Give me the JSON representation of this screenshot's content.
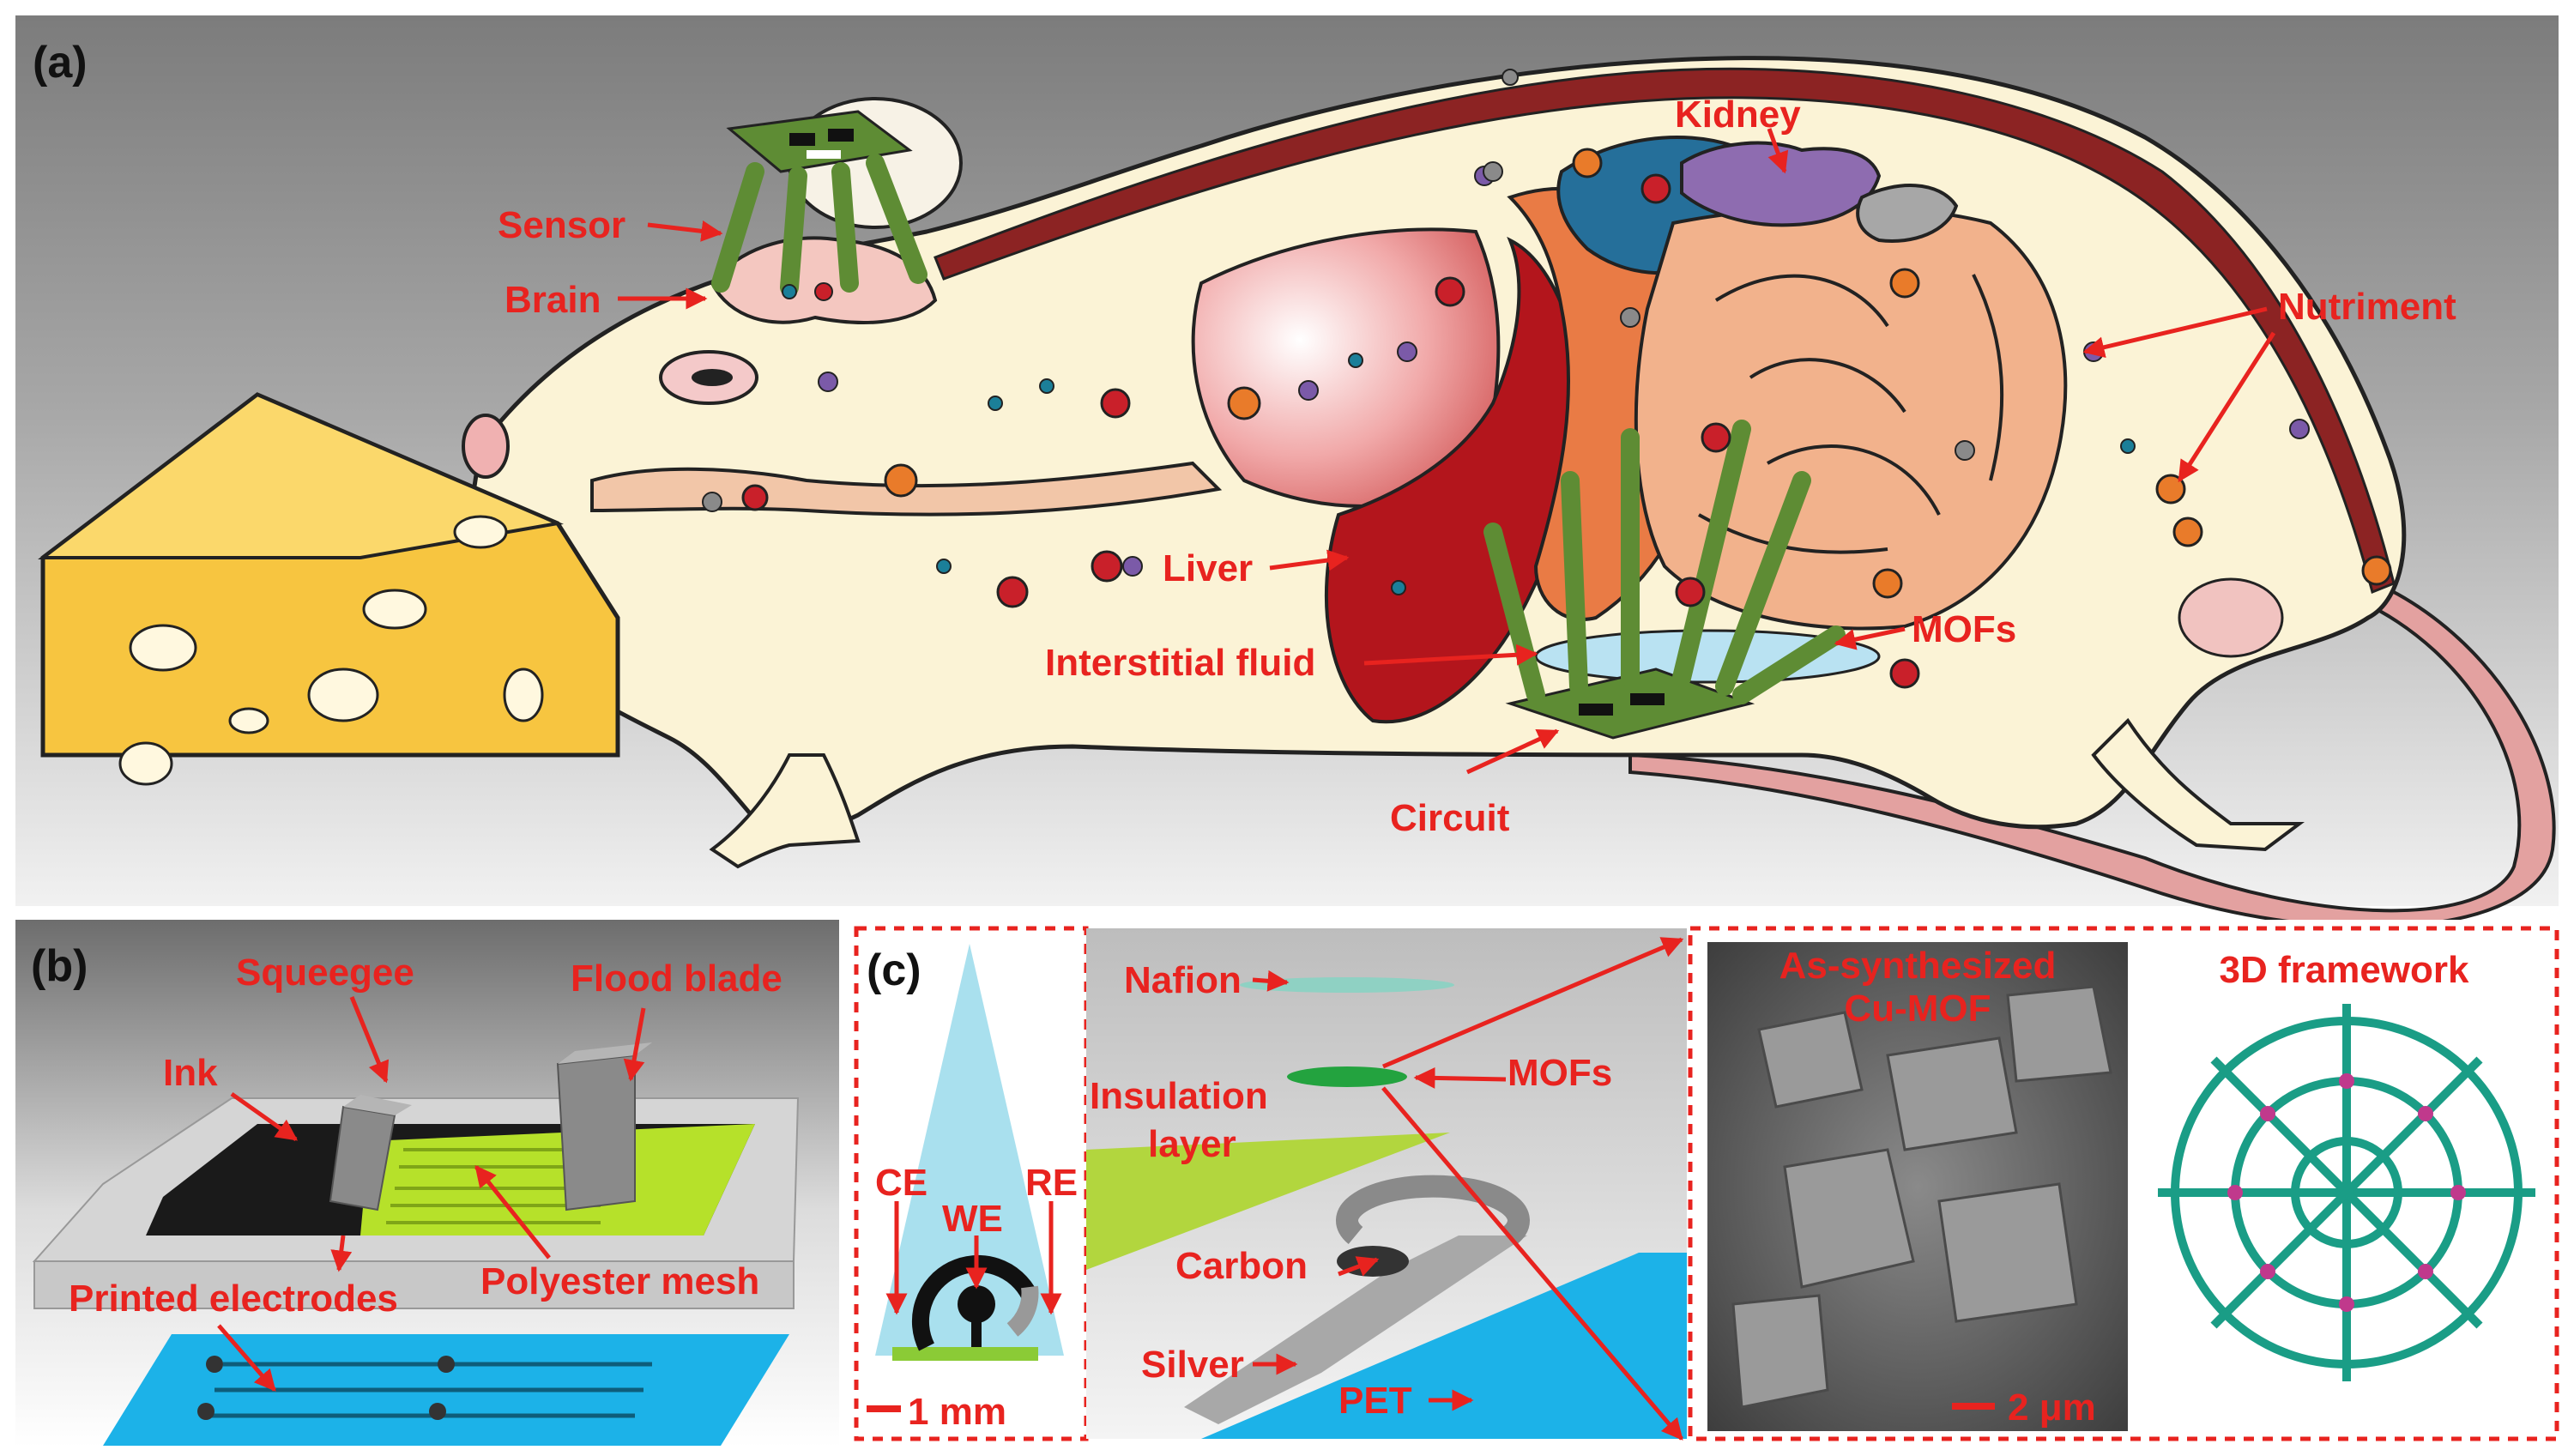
{
  "panel_a": {
    "label": "(a)",
    "annotations": {
      "sensor": "Sensor",
      "brain": "Brain",
      "kidney": "Kidney",
      "nutriment": "Nutriment",
      "liver": "Liver",
      "interstitial_fluid": "Interstitial fluid",
      "mofs": "MOFs",
      "circuit": "Circuit"
    }
  },
  "panel_b": {
    "label": "(b)",
    "annotations": {
      "squeegee": "Squeegee",
      "flood_blade": "Flood blade",
      "ink": "Ink",
      "polyester_mesh": "Polyester mesh",
      "printed_electrodes": "Printed electrodes"
    }
  },
  "panel_c": {
    "label": "(c)",
    "electrode": {
      "ce": "CE",
      "we": "WE",
      "re": "RE",
      "scale": "1 mm"
    },
    "layers": {
      "nafion": "Nafion",
      "mofs": "MOFs",
      "insulation_1": "Insulation",
      "insulation_2": "layer",
      "carbon": "Carbon",
      "silver": "Silver",
      "pet": "PET"
    },
    "sem": {
      "title_1": "As-synthesized",
      "title_2": "Cu-MOF",
      "scale": "2 μm"
    },
    "framework": {
      "title": "3D framework"
    }
  },
  "colors": {
    "annotation": "#e8231f",
    "background_a": "#a8a8a8",
    "mouse_body": "#fbf3d6",
    "cheese": "#f7c540",
    "liver": "#b3151c",
    "kidney": "#8e6cb0",
    "electrode_green": "#5e8c34",
    "pet_blue": "#1cb2e8",
    "framework_teal": "#1a9d86"
  }
}
